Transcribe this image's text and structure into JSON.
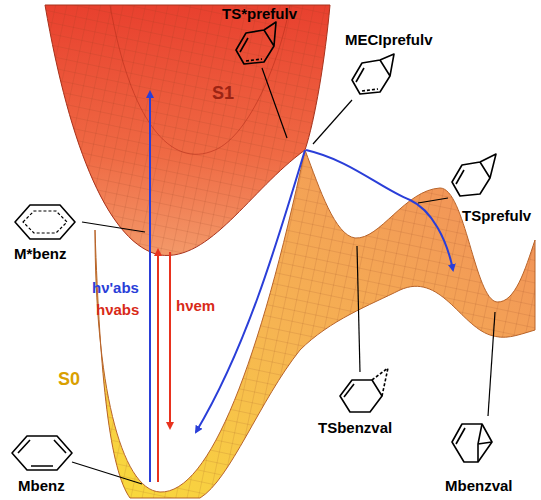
{
  "diagram": {
    "labels": [
      "TS*prefulv",
      "S1",
      "MECIprefulv",
      "M*benz",
      "TSprefulv",
      "hν'abs",
      "hνabs",
      "hνem",
      "S0",
      "TSbenzval",
      "Mbenzval",
      "Mbenz"
    ]
  }
}
